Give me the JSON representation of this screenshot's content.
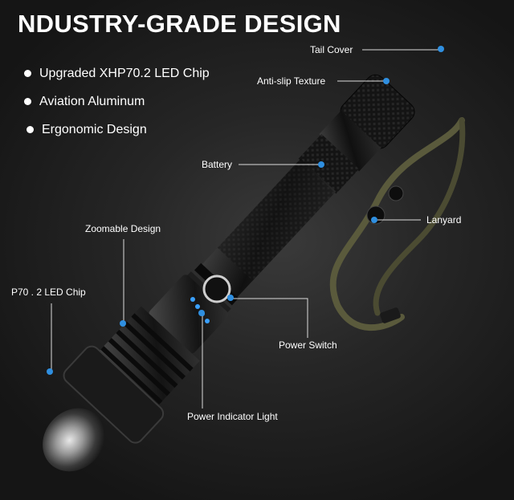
{
  "headline": "NDUSTRY-GRADE DESIGN",
  "features": [
    {
      "icon": "bullet-dot-icon",
      "text": "Upgraded XHP70.2 LED Chip"
    },
    {
      "icon": "bullet-dot-icon",
      "text": "Aviation Aluminum"
    },
    {
      "icon": "bullet-dot-icon",
      "text": "Ergonomic Design"
    }
  ],
  "callouts": {
    "tail_cover": "Tail Cover",
    "anti_slip": "Anti-slip Texture",
    "battery": "Battery",
    "lanyard": "Lanyard",
    "zoomable": "Zoomable Design",
    "led_chip": "P70 . 2 LED Chip",
    "power_switch": "Power Switch",
    "indicator": "Power Indicator Light"
  },
  "colors": {
    "background": "#1b1b1b",
    "accent_dot": "#2f8fe0",
    "text": "#ffffff",
    "indicator_led": "#3aa0ff",
    "lanyard": "#5a5a3c"
  }
}
